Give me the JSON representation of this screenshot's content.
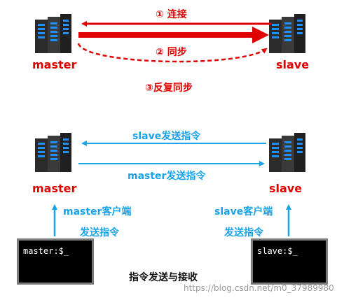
{
  "top": {
    "master_label": "master",
    "slave_label": "slave",
    "step1": "① 连接",
    "step2": "② 同步",
    "step3": "③反复同步"
  },
  "bottom": {
    "master_label": "master",
    "slave_label": "slave",
    "slave_send": "slave发送指令",
    "master_send": "master发送指令",
    "master_client": "master客户端",
    "master_client_send": "发送指令",
    "slave_client": "slave客户端",
    "slave_client_send": "发送指令",
    "master_prompt": "master:$_",
    "slave_prompt": "slave:$_",
    "caption": "指令发送与接收"
  },
  "watermark": "https://blog.csdn.net/m0_37989980",
  "colors": {
    "red": "#e00000",
    "blue": "#1aa3e8",
    "server_body": "#2a2a2a",
    "server_light": "#1e90ff",
    "terminal_bg": "#000000"
  }
}
